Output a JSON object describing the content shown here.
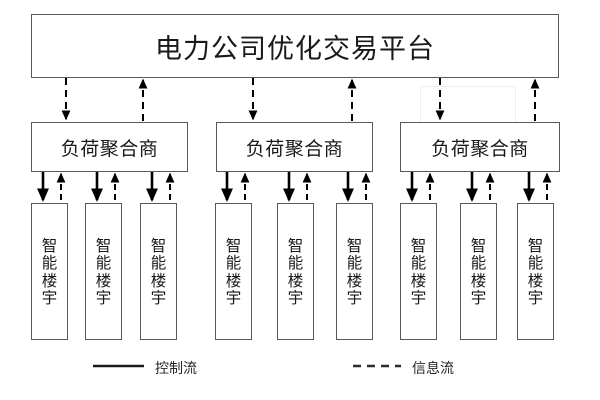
{
  "diagram": {
    "title_text": "电力公司优化交易平台",
    "platform": {
      "label": "电力公司优化交易平台"
    },
    "aggregators": [
      {
        "label": "负荷聚合商"
      },
      {
        "label": "负荷聚合商"
      },
      {
        "label": "负荷聚合商"
      }
    ],
    "buildings": [
      {
        "label": "智能楼宇"
      },
      {
        "label": "智能楼宇"
      },
      {
        "label": "智能楼宇"
      },
      {
        "label": "智能楼宇"
      },
      {
        "label": "智能楼宇"
      },
      {
        "label": "智能楼宇"
      },
      {
        "label": "智能楼宇"
      },
      {
        "label": "智能楼宇"
      },
      {
        "label": "智能楼宇"
      }
    ],
    "legend": {
      "control_flow_label": "控制流",
      "information_flow_label": "信息流",
      "control_flow_style": "solid",
      "information_flow_style": "dashed"
    },
    "colors": {
      "box_border": "#595959",
      "arrow_stroke": "#000000",
      "text": "#1a1a1a",
      "background": "#ffffff",
      "ghost_outline": "#f0f0f0"
    }
  }
}
